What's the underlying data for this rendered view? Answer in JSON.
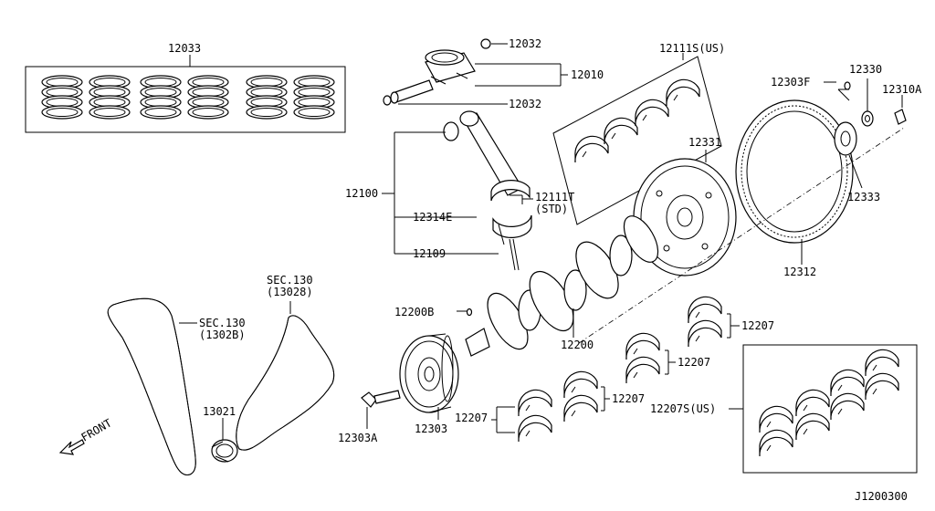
{
  "diagram_id": "J1200300",
  "labels": {
    "rings": "12033",
    "piston_clip_top": "12032",
    "piston": "12010",
    "piston_clip_bottom": "12032",
    "conrod_assy": "12100",
    "conrod_bearing": "12111T",
    "conrod_bearing_std": "(STD)",
    "conrod_bolt": "12314E",
    "conrod_nut": "12109",
    "conrod_bearing_us": "12111S(US)",
    "flywheel_bolt_dowel": "12303F",
    "pilot_bushing": "12330",
    "flywheel_bolt": "12310A",
    "drive_plate": "12331",
    "reinforcement_plate": "12333",
    "flywheel": "12312",
    "crank_key": "12200B",
    "crankshaft": "12200",
    "main_bearing_1": "12207",
    "main_bearing_2": "12207",
    "main_bearing_3": "12207",
    "main_bearing_4": "12207",
    "main_bearing_us": "12207S(US)",
    "pulley": "12303",
    "pulley_bolt": "12303A",
    "sprocket": "13021",
    "sec130_chain": "SEC.130",
    "sec130_chain_code": "(13028)",
    "sec130_guide": "SEC.130",
    "sec130_guide_code": "(1302B)",
    "front": "FRONT"
  }
}
